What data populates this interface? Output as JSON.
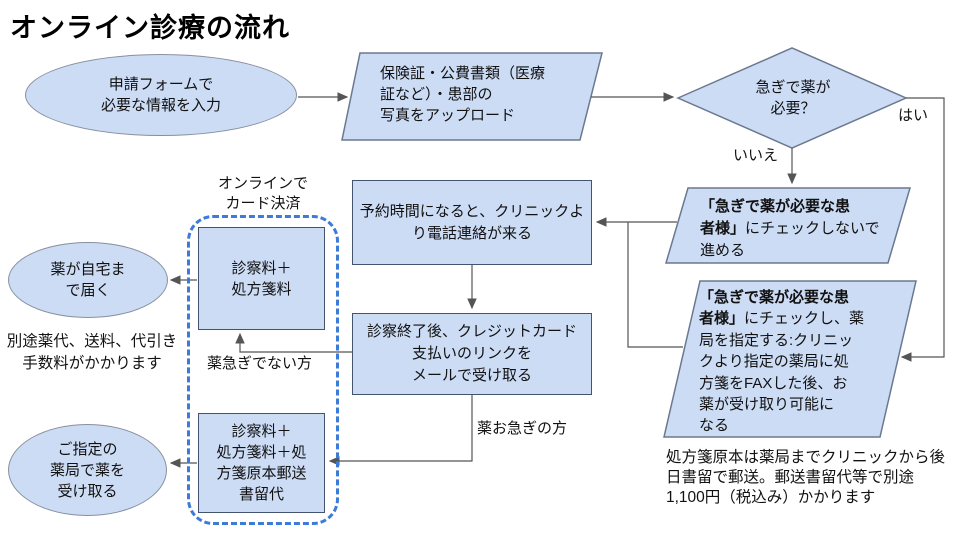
{
  "title": "オンライン診療の流れ",
  "nodes": {
    "start": "申請フォームで\n必要な情報を入力",
    "upload": "保険証・公費書類（医療\n証など）・患部の\n写真をアップロード",
    "decision": "急ぎで薬が\n必要？",
    "no_branch": {
      "bold": "「急ぎで薬が必要な患\n者様」",
      "rest": "にチェックしないで\n進める"
    },
    "yes_branch": {
      "bold": "「急ぎで薬が必要な患\n者様」",
      "rest": "にチェックし、薬\n局を指定する:クリニッ\nクより指定の薬局に処\n方箋をFAXした後、お\n薬が受け取り可能に\nなる"
    },
    "phone_call": "予約時間になると、クリニックよ\nり電話連絡が来る",
    "payment_link": "診察終了後、クレジットカード\n支払いのリンクを\nメールで受け取る",
    "fee_online": "診察料＋\n処方箋料",
    "fee_mail": "診察料＋\n処方箋料＋処\n方箋原本郵送\n書留代",
    "home_delivery": "薬が自宅ま\nで届く",
    "pharmacy_pickup": "ご指定の\n薬局で薬を\n受け取る"
  },
  "labels": {
    "group_card_payment": "オンラインで\nカード決済",
    "yes": "はい",
    "no": "いいえ",
    "not_urgent": "薬急ぎでない方",
    "urgent": "薬お急ぎの方"
  },
  "notes": {
    "delivery_fees": "別途薬代、送料、代引き\n手数料がかかります",
    "mail_fees": "処方箋原本は薬局までクリニックから後\n日書留で郵送。郵送書留代等で別途\n1,100円（税込み）かかります"
  },
  "colors": {
    "shape_fill": "#cddcf5",
    "rect_border": "#44546f",
    "poly_border": "#6a7890",
    "ellipse_border": "#8790a0",
    "dashed_border": "#3d7bd9",
    "connector": "#555555"
  }
}
